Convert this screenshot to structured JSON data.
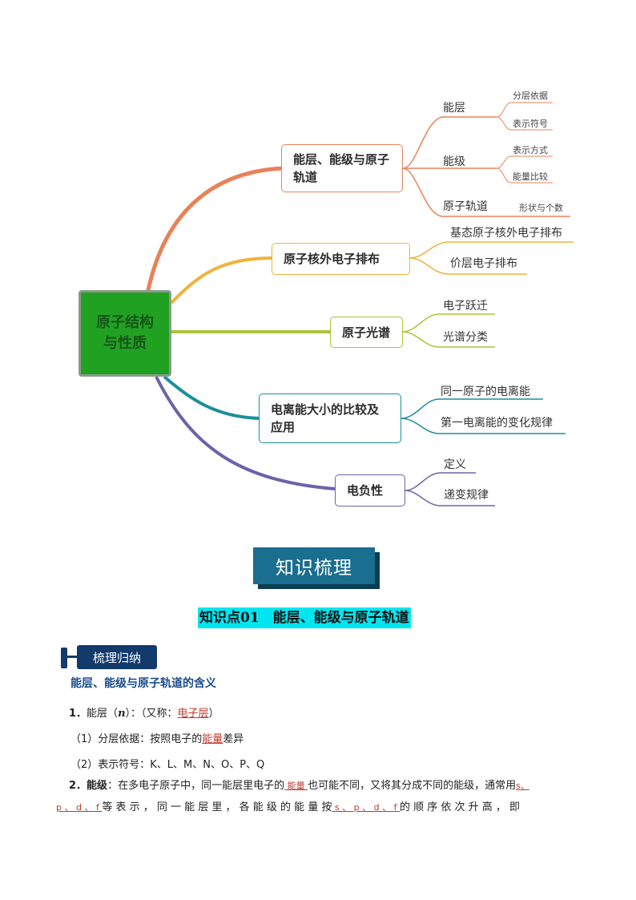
{
  "mindmap": {
    "root": "原子结构与性质",
    "branches": [
      {
        "label": "能层、能级与原子轨道",
        "color": "#e8825a",
        "children": [
          {
            "label": "能层",
            "children": [
              "分层依据",
              "表示符号"
            ]
          },
          {
            "label": "能级",
            "children": [
              "表示方式",
              "能量比较"
            ]
          },
          {
            "label": "原子轨道",
            "children": [
              "形状与个数"
            ]
          }
        ]
      },
      {
        "label": "原子核外电子排布",
        "color": "#f0b23e",
        "children": [
          {
            "label": "基态原子核外电子排布"
          },
          {
            "label": "价层电子排布"
          }
        ]
      },
      {
        "label": "原子光谱",
        "color": "#a8c43a",
        "children": [
          {
            "label": "电子跃迁"
          },
          {
            "label": "光谱分类"
          }
        ]
      },
      {
        "label": "电离能大小的比较及应用",
        "color": "#1a8f9a",
        "children": [
          {
            "label": "同一原子的电离能"
          },
          {
            "label": "第一电离能的变化规律"
          }
        ]
      },
      {
        "label": "电负性",
        "color": "#6e62a8",
        "children": [
          {
            "label": "定义"
          },
          {
            "label": "递变规律"
          }
        ]
      }
    ]
  },
  "section_banner": "知识梳理",
  "knowledge_point_title": "知识点01　能层、能级与原子轨道",
  "tag": "梳理归纳",
  "subheading": "能层、能级与原子轨道的含义",
  "paragraphs": {
    "p1_num": "1．",
    "p1_label": "能层（",
    "p1_n": "n",
    "p1_rest": "）：（又称：",
    "p1_answer": "电子层",
    "p1_end": "）",
    "p2_prefix": "（1）分层依据：按照电子的",
    "p2_answer": "能量",
    "p2_suffix": "差异",
    "p3": "（2）表示符号：K、L、M、N、O、P、Q",
    "p4_num": "2．",
    "p4_label": "能级",
    "p4_text": "：在多电子原子中，同一能层里电子的",
    "p4_blank1": "  能量  ",
    "p4_text2": "也可能不同，又将其分成不同的能级，通常用",
    "p4_blank2a": "s、",
    "p5_blank2b": "p 、 d 、 f ",
    "p5_text": "等 表 示 ， 同 一 能 层 里 ， 各 能 级 的 能 量 按",
    "p5_blank3": " s 、 p 、 d 、 f ",
    "p5_text2": "的 顺 序 依 次 升 高 ， 即"
  },
  "colors": {
    "root_fill": "#21a122",
    "banner": "#1a6e8f",
    "highlight": "#00e6f0",
    "tag": "#123a6b"
  }
}
